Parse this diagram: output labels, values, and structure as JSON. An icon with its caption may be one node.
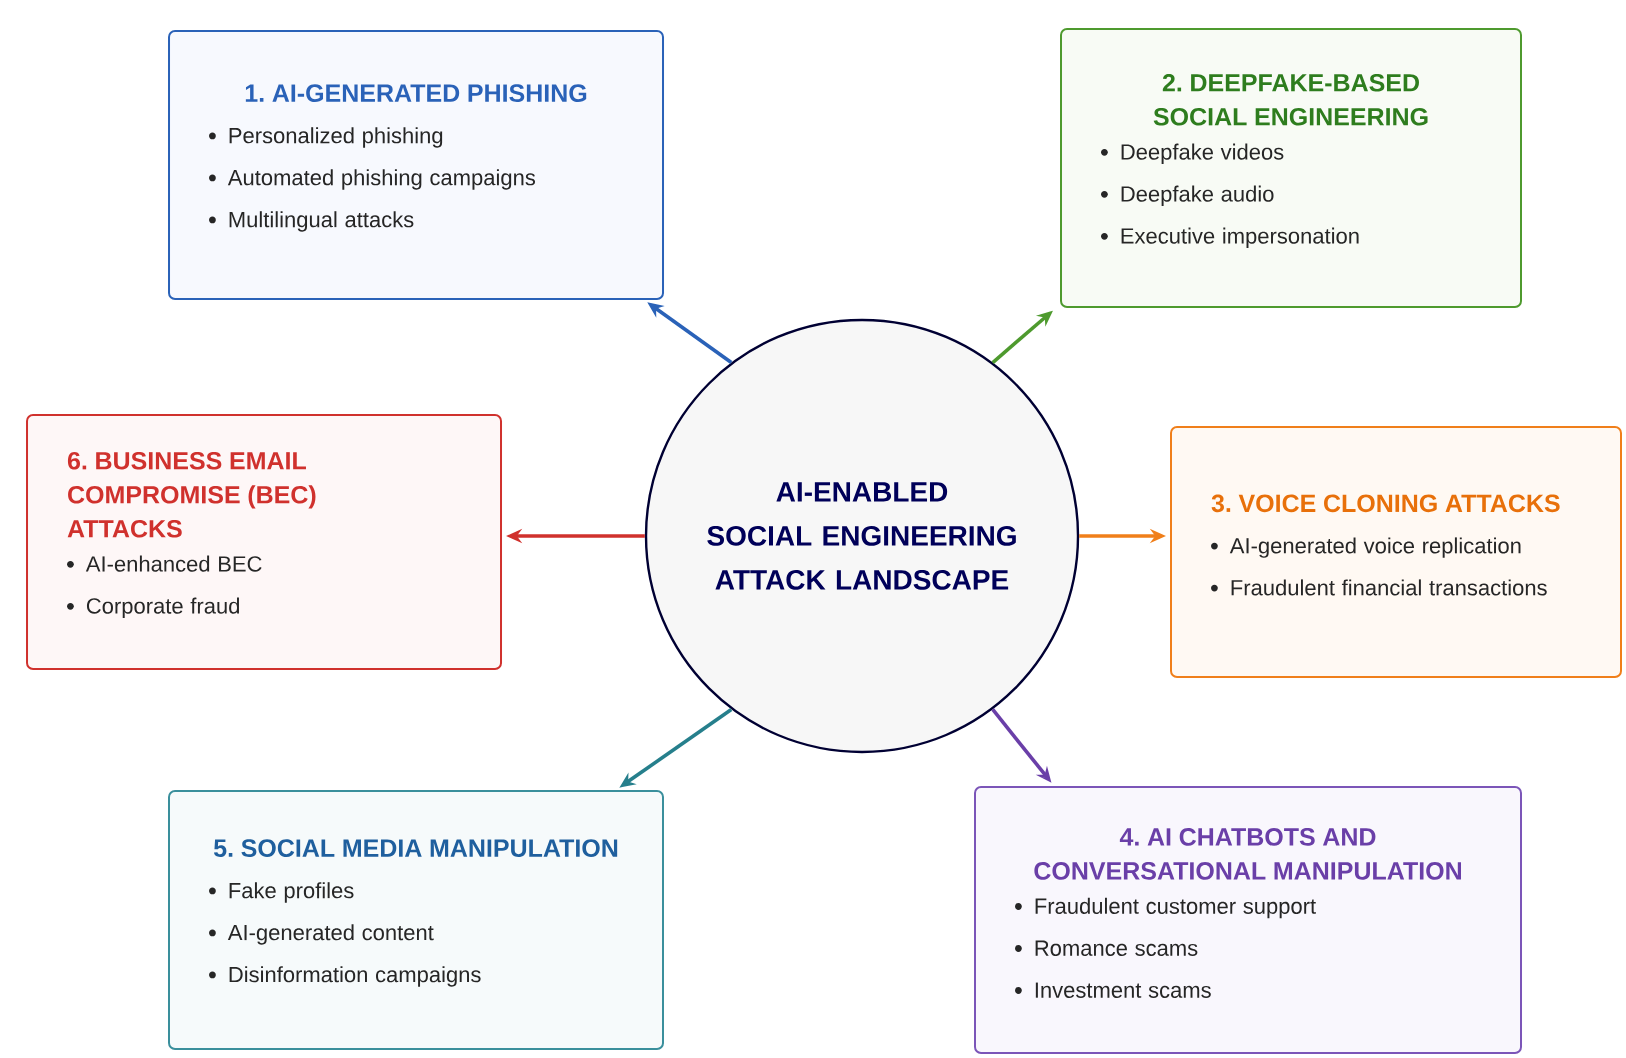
{
  "diagram": {
    "nodes": [
      {
        "text": [
          "AI-ENABLED SOCIAL ENGINEERING ATTACK LANDSCAPE"
        ]
      },
      {
        "text": [
          "1. AI-GENERATED PHISHING",
          "Personalized phishing",
          "Automated phishing campaigns",
          "Multilingual attacks"
        ]
      },
      {
        "text": [
          "2. DEEPFAKE-BASED SOCIAL ENGINEERING",
          "Deepfake videos",
          "Deepfake audio",
          "Executive impersonation"
        ]
      },
      {
        "text": [
          "3. VOICE CLONING ATTACKS",
          "AI-generated voice replication",
          "Fraudulent financial transactions"
        ]
      },
      {
        "text": [
          "4. AI CHATBOTS AND CONVERSATIONAL MANIPULATION",
          "Fraudulent customer support",
          "Romance scams",
          "Investment scams"
        ]
      },
      {
        "text": [
          "5. SOCIAL MEDIA MANIPULATION",
          "Fake profiles",
          "AI-generated content",
          "Disinformation campaigns"
        ]
      },
      {
        "text": [
          "6. BUSINESS EMAIL COMPROMISE (BEC) ATTACKS",
          "AI-enhanced BEC",
          "Corporate fraud"
        ]
      }
    ],
    "edges": [
      {
        "from": 0,
        "to": 1,
        "arrow": "to",
        "color": "#2a62b8"
      },
      {
        "from": 0,
        "to": 2,
        "arrow": "to",
        "color": "#4e9a2e"
      },
      {
        "from": 0,
        "to": 3,
        "arrow": "to",
        "color": "#f07f1a"
      },
      {
        "from": 0,
        "to": 4,
        "arrow": "to",
        "color": "#6a3fa8"
      },
      {
        "from": 0,
        "to": 5,
        "arrow": "to",
        "color": "#267f8c"
      },
      {
        "from": 0,
        "to": 6,
        "arrow": "to",
        "color": "#d0312d"
      }
    ]
  }
}
